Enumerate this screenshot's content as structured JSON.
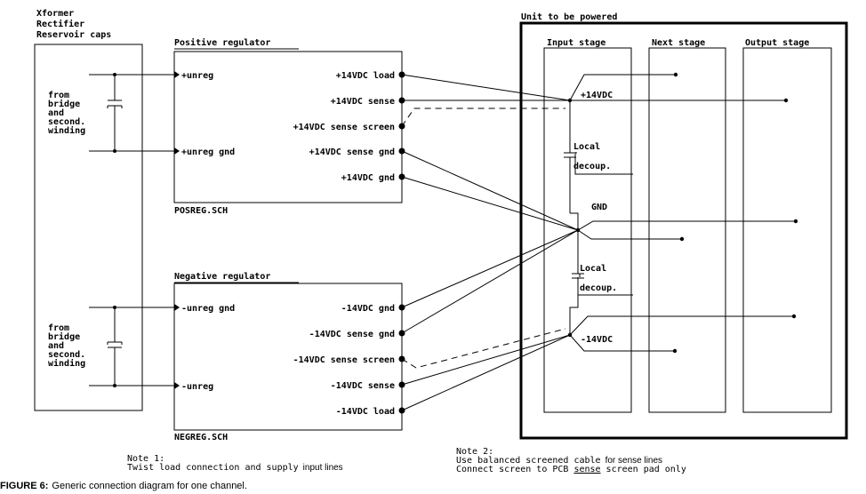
{
  "supply": {
    "lines": [
      "Xformer",
      "Rectifier",
      "Reservoir caps"
    ]
  },
  "from_block": [
    "from",
    "bridge",
    "and",
    "second.",
    "winding"
  ],
  "pos_reg": {
    "title": "Positive regulator",
    "inputs": [
      "+unreg",
      "+unreg gnd"
    ],
    "outputs": [
      "+14VDC load",
      "+14VDC sense",
      "+14VDC sense screen",
      "+14VDC sense gnd",
      "+14VDC gnd"
    ],
    "footer": "POSREG.SCH"
  },
  "neg_reg": {
    "title": "Negative regulator",
    "inputs": [
      "-unreg gnd",
      "-unreg"
    ],
    "outputs": [
      "-14VDC gnd",
      "-14VDC sense gnd",
      "-14VDC sense screen",
      "-14VDC sense",
      "-14VDC load"
    ],
    "footer": "NEGREG.SCH"
  },
  "unit": {
    "title": "Unit to be powered",
    "stages": [
      "Input stage",
      "Next stage",
      "Output stage"
    ],
    "rail_pos": "+14VDC",
    "rail_neg": "-14VDC",
    "gnd": "GND",
    "local_label": "Local",
    "decoup_label": "decoup."
  },
  "note1": {
    "title": "Note 1:",
    "text_mono": "Twist load connection and supply",
    "text_sans": "input lines"
  },
  "note2": {
    "title": "Note 2:",
    "line1_mono": "Use balanced screened cable",
    "line1_sans": "for sense lines",
    "line2_mono_a": "Connect screen to PCB",
    "line2_sense": "sense",
    "line2_mono_b": "screen pad only"
  },
  "caption": {
    "label": "FIGURE 6:",
    "text": "Generic connection diagram for one channel."
  }
}
